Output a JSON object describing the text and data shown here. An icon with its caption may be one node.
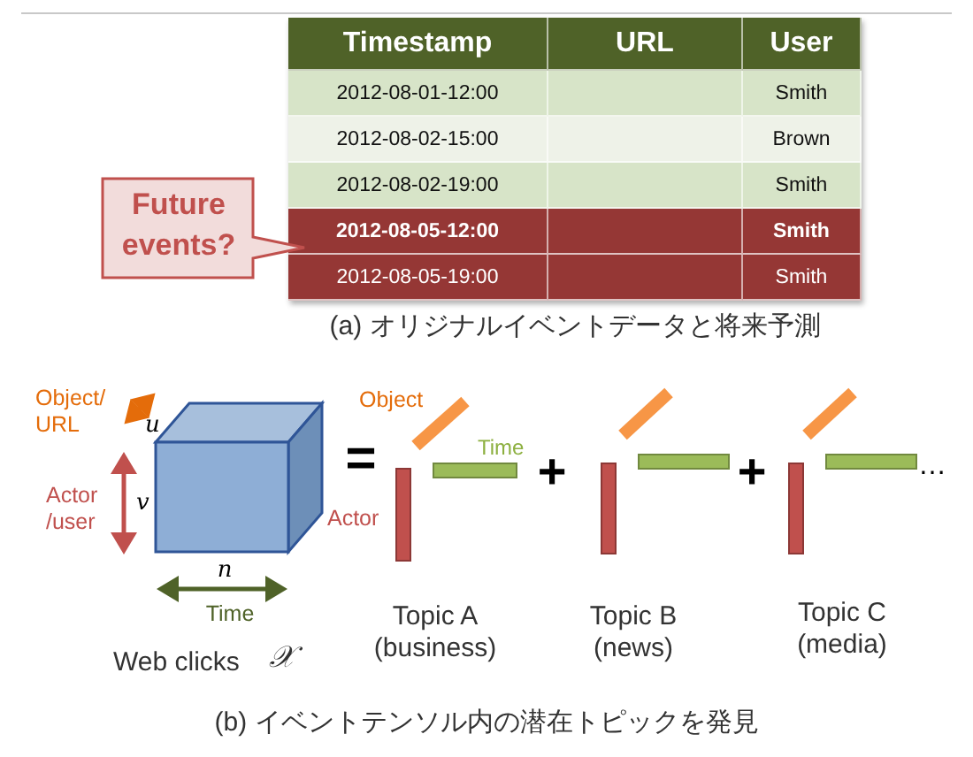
{
  "diagram": {
    "nodes": [
      {
        "text": [
          "Future events?"
        ]
      }
    ],
    "labels": [
      "Timestamp",
      "URL",
      "User",
      "2012-08-01-12:00",
      "Smith",
      "2012-08-02-15:00",
      "Brown",
      "2012-08-02-19:00",
      "Smith",
      "2012-08-05-12:00",
      "Smith",
      "2012-08-05-19:00",
      "Smith",
      "(a) オリジナルイベントデータと将来予測",
      "Object/ URL",
      "u",
      "Actor /user",
      "v",
      "n",
      "Time",
      "Web clicks",
      "𝒳",
      "=",
      "Object",
      "Time",
      "Actor",
      "+",
      "+",
      "…",
      "Topic A (business)",
      "Topic B (news)",
      "Topic C (media)",
      "(b) イベントテンソル内の潜在トピックを発見"
    ]
  }
}
